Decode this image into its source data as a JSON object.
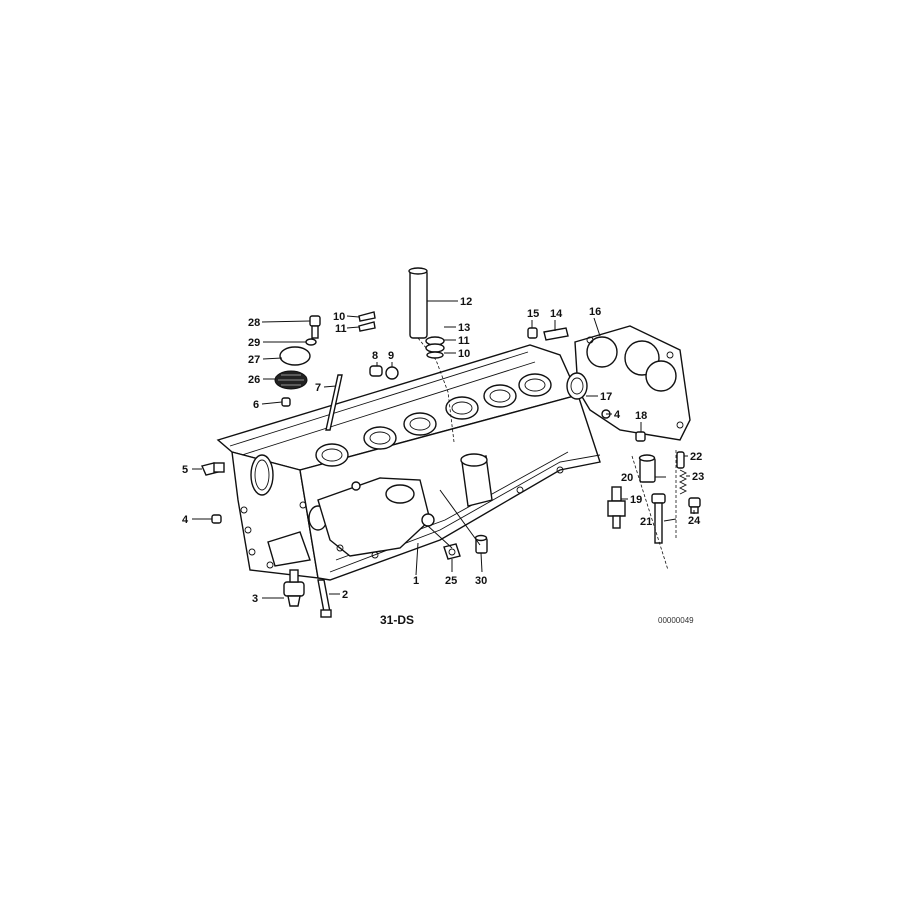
{
  "diagram": {
    "reference_code": "31-DS",
    "document_number": "00000049",
    "callouts": [
      {
        "id": "1",
        "label": "1"
      },
      {
        "id": "2",
        "label": "2"
      },
      {
        "id": "3",
        "label": "3"
      },
      {
        "id": "4a",
        "label": "4"
      },
      {
        "id": "4b",
        "label": "4"
      },
      {
        "id": "5",
        "label": "5"
      },
      {
        "id": "6",
        "label": "6"
      },
      {
        "id": "7",
        "label": "7"
      },
      {
        "id": "8",
        "label": "8"
      },
      {
        "id": "9",
        "label": "9"
      },
      {
        "id": "10a",
        "label": "10"
      },
      {
        "id": "10b",
        "label": "10"
      },
      {
        "id": "11a",
        "label": "11"
      },
      {
        "id": "11b",
        "label": "11"
      },
      {
        "id": "12",
        "label": "12"
      },
      {
        "id": "13",
        "label": "13"
      },
      {
        "id": "14",
        "label": "14"
      },
      {
        "id": "15",
        "label": "15"
      },
      {
        "id": "16",
        "label": "16"
      },
      {
        "id": "17",
        "label": "17"
      },
      {
        "id": "18",
        "label": "18"
      },
      {
        "id": "19",
        "label": "19"
      },
      {
        "id": "20",
        "label": "20"
      },
      {
        "id": "21",
        "label": "21"
      },
      {
        "id": "22",
        "label": "22"
      },
      {
        "id": "23",
        "label": "23"
      },
      {
        "id": "24",
        "label": "24"
      },
      {
        "id": "25",
        "label": "25"
      },
      {
        "id": "26",
        "label": "26"
      },
      {
        "id": "27",
        "label": "27"
      },
      {
        "id": "28",
        "label": "28"
      },
      {
        "id": "29",
        "label": "29"
      },
      {
        "id": "30",
        "label": "30"
      }
    ]
  }
}
